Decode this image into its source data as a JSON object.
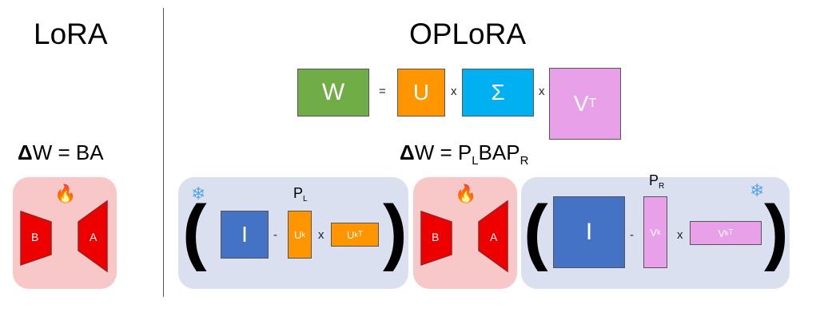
{
  "left": {
    "title": "LoRA",
    "equation": {
      "delta": "Δ",
      "rest": "W = BA"
    },
    "adapter": {
      "b_label": "B",
      "a_label": "A"
    }
  },
  "right": {
    "title": "OPLoRA",
    "svd": {
      "w": "W",
      "equals": "=",
      "u": "U",
      "times1": "x",
      "sigma": "Σ",
      "times2": "x",
      "v": "V",
      "v_sup": "T"
    },
    "equation": {
      "delta": "Δ",
      "rest": "W = P",
      "sub_l": "L",
      "mid": "BAP",
      "sub_r": "R"
    },
    "left_projector": {
      "label": "P",
      "label_sub": "L",
      "open_paren": "(",
      "close_paren": ")",
      "identity": "I",
      "minus": "-",
      "uk": "U",
      "uk_sub": "k",
      "times": "x",
      "ukt": "U",
      "ukt_sub": "k",
      "ukt_sup": "T"
    },
    "adapter": {
      "b_label": "B",
      "a_label": "A"
    },
    "right_projector": {
      "label": "P",
      "label_sub": "R",
      "open_paren": "(",
      "close_paren": ")",
      "identity": "I",
      "minus": "-",
      "vk": "V",
      "vk_sub": "k",
      "times": "x",
      "vkt": "V",
      "vkt_sub": "k",
      "vkt_sup": "T"
    }
  },
  "icons": {
    "trainable": "fire-icon",
    "frozen": "snowflake-icon"
  },
  "colors": {
    "w_box": "#70ad47",
    "u_box": "#ff9500",
    "sigma_box": "#00b0f0",
    "v_box": "#e8a0e8",
    "identity_box": "#4472c4",
    "adapter_panel": "#f8c8c8",
    "projector_panel": "#dae0f0",
    "adapter_shape": "#ee0000"
  }
}
